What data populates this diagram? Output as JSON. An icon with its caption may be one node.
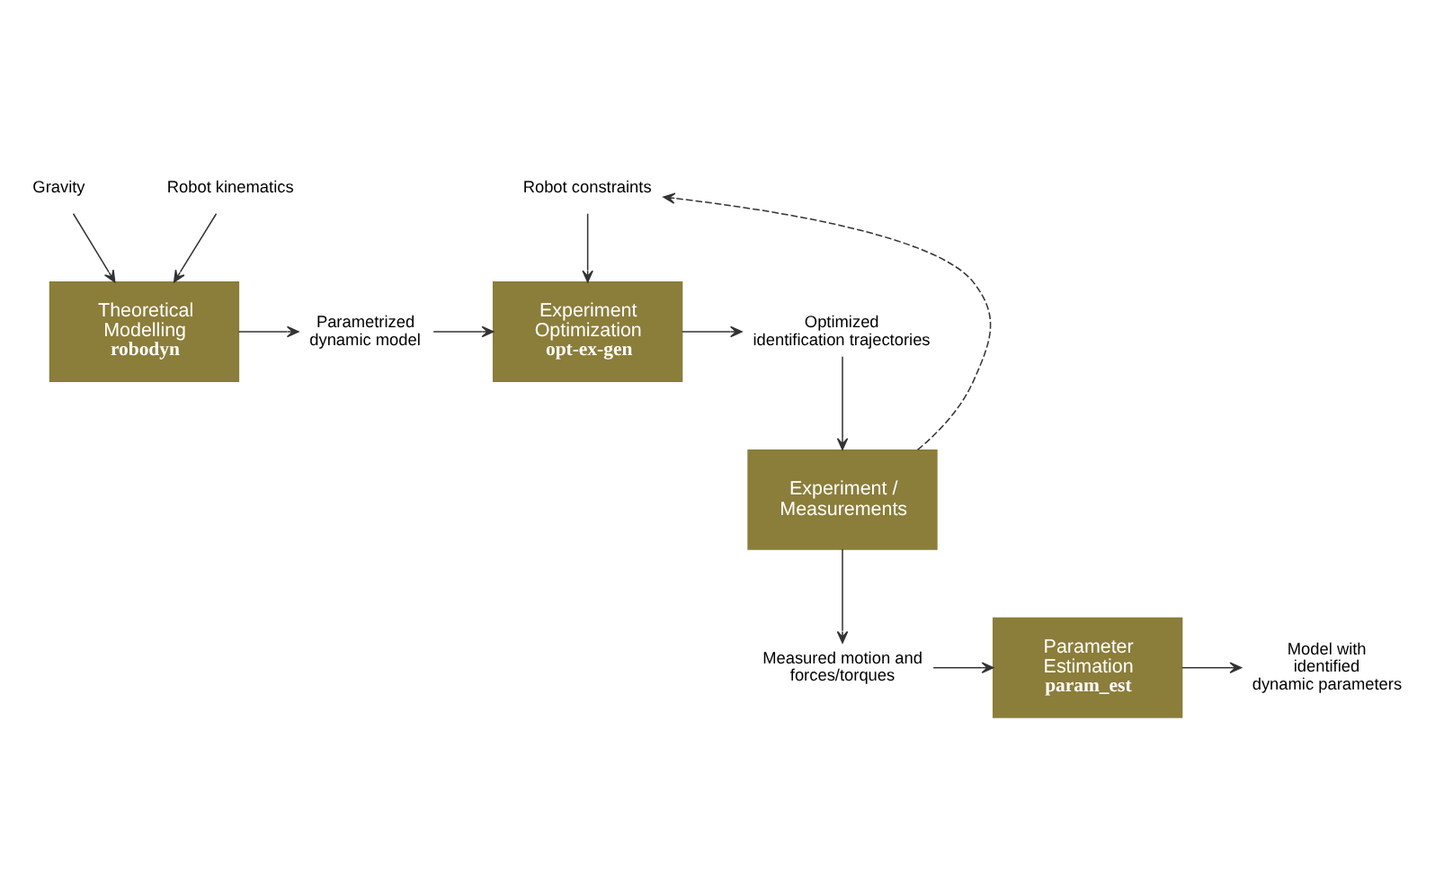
{
  "diagram": {
    "nodes": [
      {
        "text": [
          "Gravity"
        ]
      },
      {
        "text": [
          "Robot kinematics"
        ]
      },
      {
        "text": [
          "Theoretical Modelling",
          "robodyn"
        ]
      },
      {
        "text": [
          "Parametrized dynamic model"
        ]
      },
      {
        "text": [
          "Robot constraints"
        ]
      },
      {
        "text": [
          "Experiment Optimization",
          "opt-ex-gen"
        ]
      },
      {
        "text": [
          "Optimized identification trajectories"
        ]
      },
      {
        "text": [
          "Experiment / Measurements"
        ]
      },
      {
        "text": [
          "Measured motion and forces/torques"
        ]
      },
      {
        "text": [
          "Parameter Estimation",
          "param_est"
        ]
      },
      {
        "text": [
          "Model with identified dynamic parameters"
        ]
      }
    ],
    "edges": [
      {
        "from": 0,
        "to": 2,
        "arrow": "to"
      },
      {
        "from": 1,
        "to": 2,
        "arrow": "to"
      },
      {
        "from": 2,
        "to": 3,
        "arrow": "to"
      },
      {
        "from": 3,
        "to": 5,
        "arrow": "to"
      },
      {
        "from": 4,
        "to": 5,
        "arrow": "to"
      },
      {
        "from": 5,
        "to": 6,
        "arrow": "to"
      },
      {
        "from": 6,
        "to": 7,
        "arrow": "to"
      },
      {
        "from": 7,
        "to": 4,
        "arrow": "to",
        "style": "dashed"
      },
      {
        "from": 7,
        "to": 8,
        "arrow": "to"
      },
      {
        "from": 8,
        "to": 9,
        "arrow": "to"
      },
      {
        "from": 9,
        "to": 10,
        "arrow": "to"
      }
    ]
  }
}
